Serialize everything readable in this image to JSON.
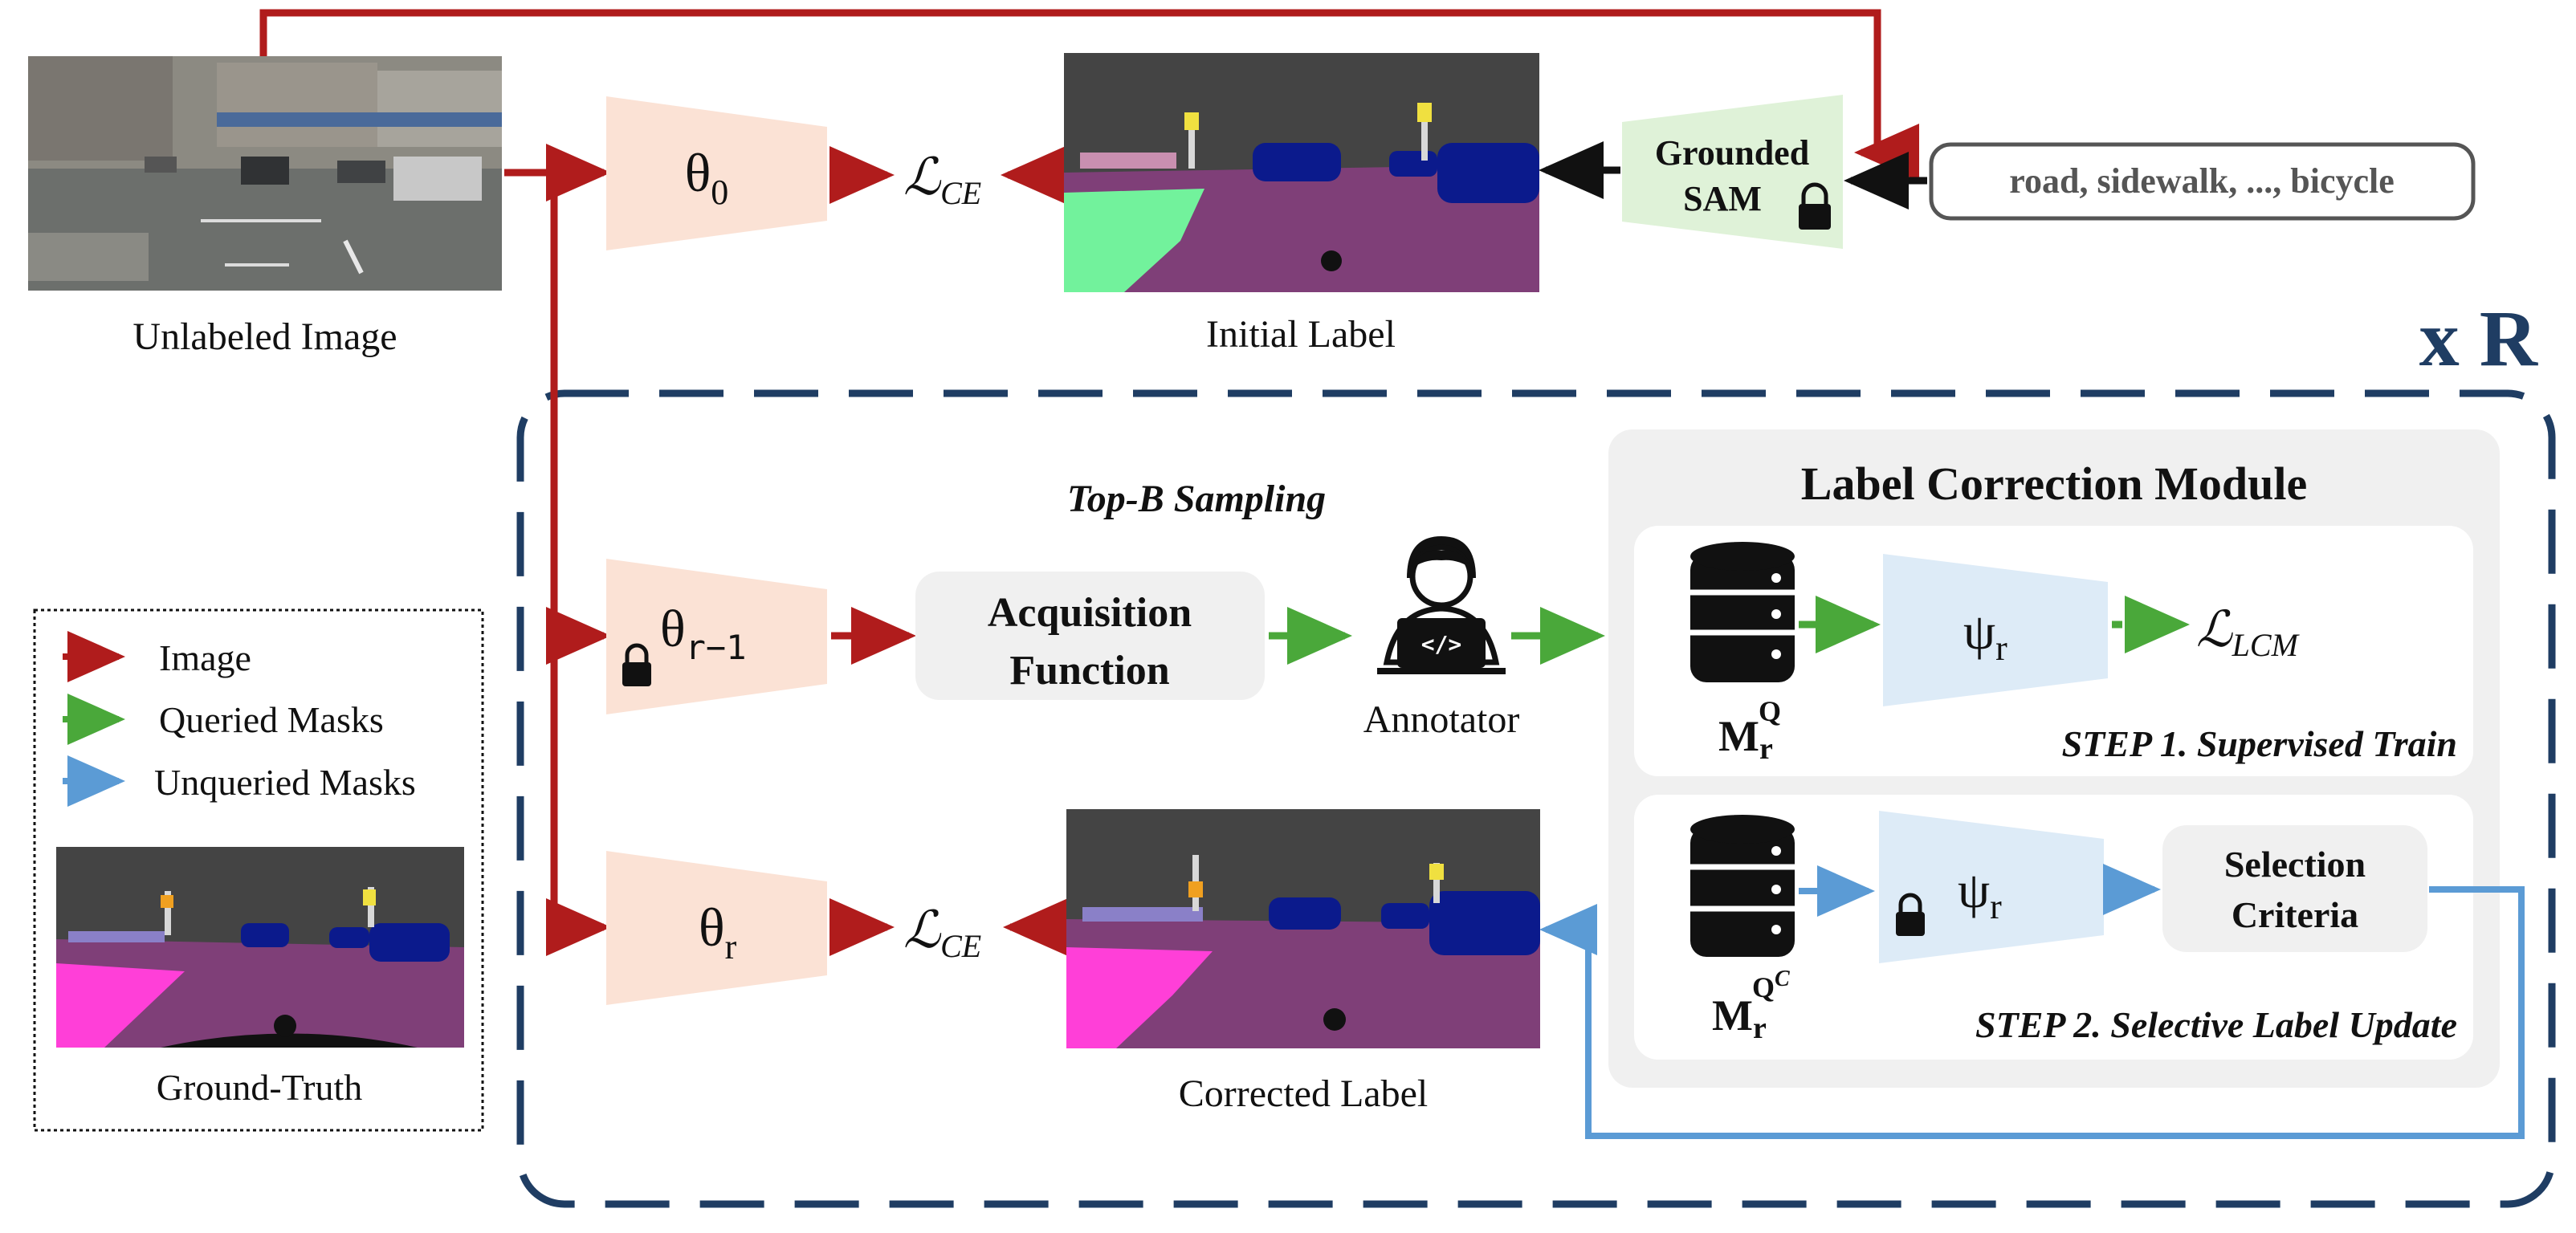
{
  "labels": {
    "unlabeled_image": "Unlabeled Image",
    "initial_label": "Initial Label",
    "corrected_label": "Corrected Label",
    "ground_truth": "Ground-Truth",
    "annotator": "Annotator",
    "repeat": "x R",
    "top_b_sampling": "Top-B Sampling",
    "class_prompt": "road, sidewalk, ..., bicycle"
  },
  "blocks": {
    "grounded_sam_line1": "Grounded",
    "grounded_sam_line2": "SAM",
    "acquisition_line1": "Acquisition",
    "acquisition_line2": "Function",
    "lcm_title": "Label Correction Module",
    "selection_line1": "Selection",
    "selection_line2": "Criteria"
  },
  "steps": {
    "step1": "STEP 1. Supervised Train",
    "step2": "STEP 2. Selective Label Update"
  },
  "symbols": {
    "theta_0": "θ",
    "theta_0_sub": "0",
    "theta_r1": "θ",
    "theta_r1_sub": "r−1",
    "theta_r": "θ",
    "theta_r_sub": "r",
    "psi": "ψ",
    "psi_sub": "r",
    "loss_script": "ℒ",
    "loss_ce_sub": "CE",
    "loss_lcm_sub": "LCM",
    "mask_q": "M",
    "mask_q_sub": "r",
    "mask_q_sup": "Q",
    "mask_qc_sup": "Q",
    "mask_qc_sup2": "C"
  },
  "legend": {
    "items": [
      {
        "label": "Image",
        "color": "#b01c1c"
      },
      {
        "label": "Queried Masks",
        "color": "#4aa83a"
      },
      {
        "label": "Unqueried Masks",
        "color": "#5b9bd5"
      }
    ]
  },
  "colors": {
    "image_arrow": "#b01c1c",
    "queried_arrow": "#4aa83a",
    "unqueried_arrow": "#5b9bd5",
    "loop_border": "#1f3d63",
    "theta_fill": "#fbe2d5",
    "psi_fill": "#ddebf7",
    "grounded_fill": "#dff2d8",
    "lcm_fill": "#f0f0f0"
  }
}
